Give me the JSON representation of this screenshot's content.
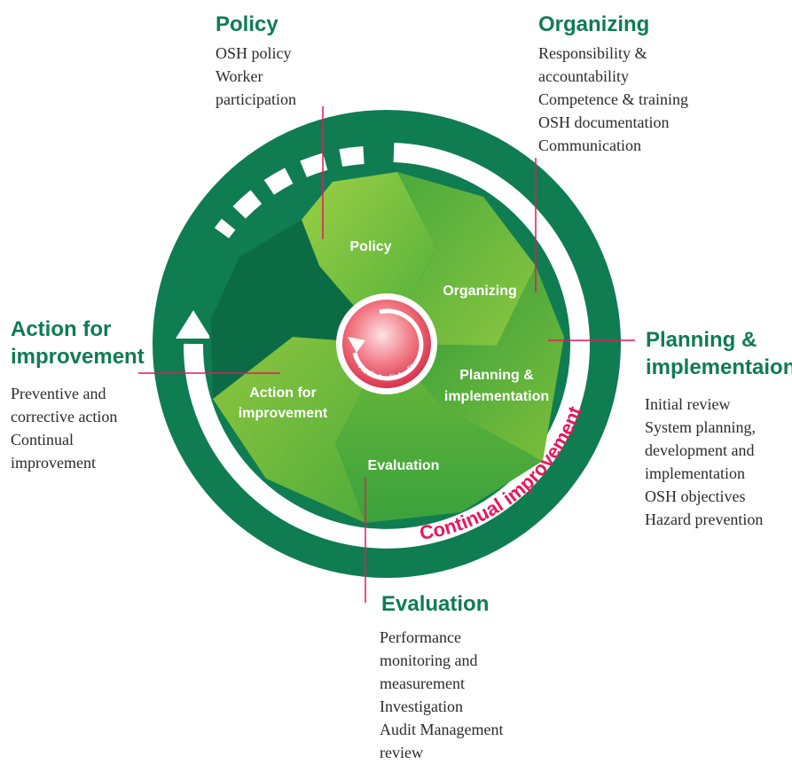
{
  "callouts": {
    "policy": {
      "title": "Policy",
      "items": [
        "OSH policy",
        "Worker",
        "participation"
      ]
    },
    "organizing": {
      "title": "Organizing",
      "items": [
        "Responsibility &",
        "accountability",
        "Competence & training",
        "OSH documentation",
        "Communication"
      ]
    },
    "planning": {
      "title_lines": [
        "Planning &",
        "implementaion"
      ],
      "items": [
        "Initial review",
        "System planning,",
        "development and",
        "implementation",
        "OSH objectives",
        "Hazard prevention"
      ]
    },
    "evaluation": {
      "title": "Evaluation",
      "items": [
        "Performance",
        "monitoring and",
        "measurement",
        "Investigation",
        "Audit Management",
        "review"
      ]
    },
    "action": {
      "title_lines": [
        "Action for",
        "improvement"
      ],
      "items": [
        "Preventive and",
        "corrective action",
        "Continual",
        "improvement"
      ]
    }
  },
  "wheel": {
    "segments": {
      "policy": [
        "Policy"
      ],
      "organizing": [
        "Organizing"
      ],
      "planning": [
        "Planning &",
        "implementation"
      ],
      "evaluation": [
        "Evaluation"
      ],
      "action": [
        "Action for",
        "improvement"
      ]
    },
    "center_label": "Audit Audit Audit",
    "outer_label": "Continual improvement"
  },
  "colors": {
    "ring": "#0f7c52",
    "segment_light": "#7dbf3a",
    "segment_dark": "#2e9a3e",
    "accent": "#e8175d",
    "title": "#0f7c52"
  }
}
